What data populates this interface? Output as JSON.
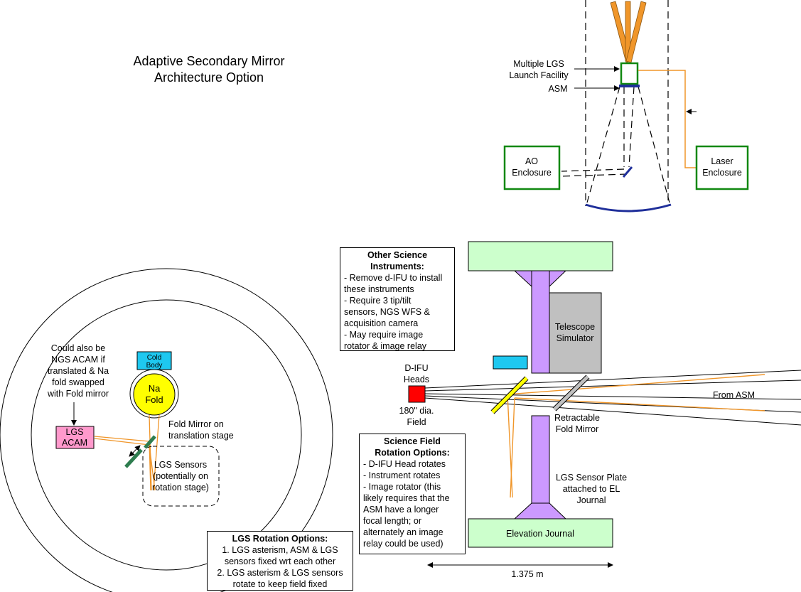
{
  "title": {
    "line1": "Adaptive Secondary Mirror",
    "line2": "Architecture Option"
  },
  "top": {
    "launch_label_1": "Multiple LGS",
    "launch_label_2": "Launch Facility",
    "asm_label": "ASM",
    "ao_enclosure_1": "AO",
    "ao_enclosure_2": "Enclosure",
    "laser_enclosure_1": "Laser",
    "laser_enclosure_2": "Enclosure"
  },
  "left": {
    "note": [
      "Could also be",
      "NGS ACAM if",
      "translated & Na",
      "fold swapped",
      "with Fold mirror"
    ],
    "cold_body": [
      "Cold",
      "Body"
    ],
    "na_fold": [
      "Na",
      "Fold"
    ],
    "lgs_acam": [
      "LGS",
      "ACAM"
    ],
    "fold_mirror": [
      "Fold Mirror on",
      "translation stage"
    ],
    "lgs_sensors": [
      "LGS Sensors",
      "(potentially on",
      "rotation stage)"
    ]
  },
  "lgs_rotation": {
    "heading": "LGS Rotation Options:",
    "lines": [
      "1. LGS asterism, ASM & LGS",
      "sensors fixed wrt each other",
      "2. LGS asterism & LGS sensors",
      "rotate to keep field fixed"
    ]
  },
  "other_science": {
    "heading": [
      "Other Science",
      "Instruments:"
    ],
    "lines": [
      "- Remove d-IFU to install",
      "these instruments",
      "- Require 3 tip/tilt",
      "sensors, NGS WFS &",
      "acquisition camera",
      "- May require image",
      "rotator & image relay"
    ]
  },
  "science_field": {
    "heading": [
      "Science Field",
      "Rotation Options:"
    ],
    "lines": [
      "- D-IFU Head rotates",
      "- Instrument rotates",
      "- Image rotator (this",
      "likely requires that the",
      "ASM have a longer",
      "focal length; or",
      "alternately an image",
      "relay could be used)"
    ]
  },
  "right": {
    "difu": [
      "D-IFU",
      "Heads"
    ],
    "field": [
      "180\" dia.",
      "Field"
    ],
    "telescope_sim": [
      "Telescope",
      "Simulator"
    ],
    "from_asm": "From ASM",
    "retractable": [
      "Retractable",
      "Fold Mirror"
    ],
    "lgs_plate": [
      "LGS Sensor Plate",
      "attached to EL",
      "Journal"
    ],
    "elevation_journal": "Elevation Journal",
    "dimension": "1.375 m"
  },
  "colors": {
    "green_border": "#118811",
    "orange": "#f0962a",
    "purple": "#cc99ff",
    "light_green": "#ccffcc",
    "gray": "#c0c0c0",
    "cyan": "#1ec8f0",
    "red": "#ff0000",
    "pink": "#ff99cc",
    "yellow": "#ffff00",
    "dark_green": "#2e7d4f",
    "navy": "#1f2f9a"
  }
}
